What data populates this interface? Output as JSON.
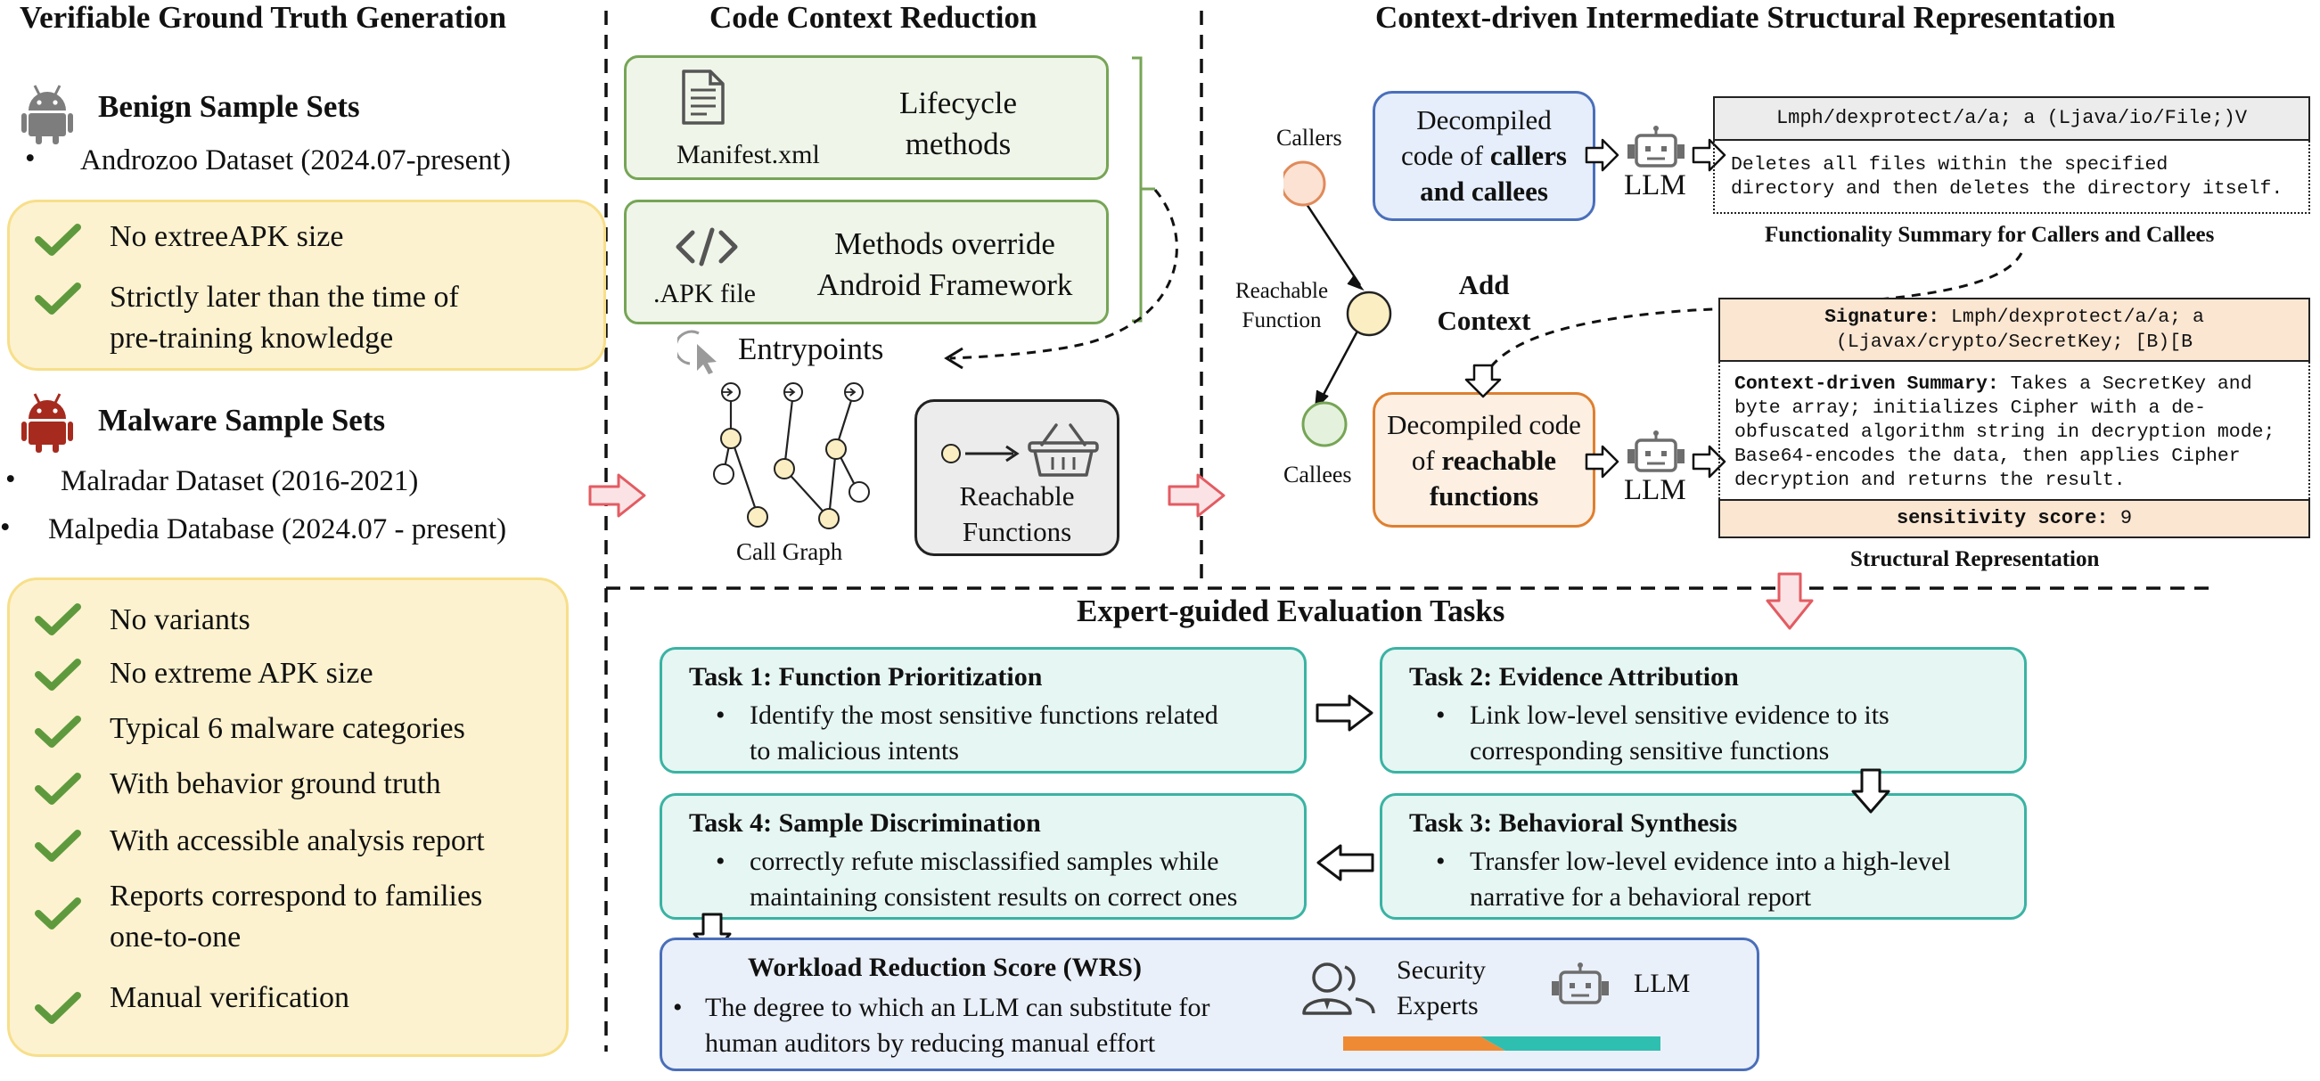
{
  "sections": {
    "ground_truth": "Verifiable Ground Truth Generation",
    "reduction": "Code Context Reduction",
    "structural": "Context-driven Intermediate Structural Representation",
    "tasks": "Expert-guided Evaluation Tasks"
  },
  "benign": {
    "title": "Benign Sample Sets",
    "datasets": [
      "Androzoo Dataset (2024.07-present)"
    ],
    "criteria": [
      "No extreeAPK size",
      "Strictly later than the time of",
      "pre-training knowledge"
    ]
  },
  "malware": {
    "title": "Malware Sample Sets",
    "datasets": [
      "Malradar Dataset (2016-2021)",
      "Malpedia Database (2024.07 - present)"
    ],
    "criteria": [
      "No variants",
      "No extreme APK size",
      "Typical 6 malware categories",
      "With behavior ground truth",
      "With accessible analysis report",
      "Reports correspond to families",
      "one-to-one",
      "Manual verification"
    ]
  },
  "reduction": {
    "manifest_label": "Manifest.xml",
    "lifecycle": [
      "Lifecycle",
      "methods"
    ],
    "apk_label": ".APK file",
    "override": [
      "Methods override",
      "Android Framework"
    ],
    "entrypoints": "Entrypoints",
    "call_graph": "Call Graph",
    "reachable": [
      "Reachable",
      "Functions"
    ]
  },
  "structural": {
    "callers": "Callers",
    "reachable_fn": [
      "Reachable",
      "Function"
    ],
    "callees": "Callees",
    "add_context": [
      "Add",
      "Context"
    ],
    "decompiled_callers": [
      "Decompiled",
      "code of ",
      "callers",
      "and callees"
    ],
    "decompiled_reachable": [
      "Decompiled code",
      "of ",
      "reachable",
      "functions"
    ],
    "llm": "LLM",
    "sig1": "Lmph/dexprotect/a/a; a (Ljava/io/File;)V",
    "summary1": [
      "Deletes all files within the specified",
      "directory and then deletes the directory itself."
    ],
    "caption1": "Functionality Summary for Callers and Callees",
    "sig2_key": "Signature:",
    "sig2": [
      "Lmph/dexprotect/a/a; a",
      "(Ljavax/crypto/SecretKey; [B)[B"
    ],
    "summary2_key": "Context-driven Summary:",
    "summary2": [
      "Takes a SecretKey and",
      "byte array; initializes Cipher with a de-",
      "obfuscated algorithm string in decryption mode;",
      "Base64-encodes the data, then applies Cipher",
      "decryption and returns the result."
    ],
    "score_key": "sensitivity score:",
    "score": "9",
    "caption2": "Structural Representation"
  },
  "tasks": [
    {
      "title": "Task 1: Function Prioritization",
      "lines": [
        "Identify the most sensitive functions related",
        "to malicious intents"
      ]
    },
    {
      "title": "Task 2: Evidence Attribution",
      "lines": [
        "Link low-level sensitive evidence to its",
        "corresponding sensitive functions"
      ]
    },
    {
      "title": "Task 3: Behavioral Synthesis",
      "lines": [
        "Transfer low-level evidence into a high-level",
        "narrative for a behavioral report"
      ]
    },
    {
      "title": "Task 4: Sample Discrimination",
      "lines": [
        "correctly refute misclassified samples while",
        "maintaining consistent results on correct ones"
      ]
    }
  ],
  "wrs": {
    "title": "Workload Reduction Score (WRS)",
    "lines": [
      "The degree to which an LLM can substitute for",
      "human auditors by reducing manual effort"
    ],
    "experts": [
      "Security",
      "Experts"
    ],
    "llm": "LLM"
  },
  "colors": {
    "check": "#5e9a3d",
    "android_gray": "#7d7d7d",
    "android_red": "#a62a1e",
    "arrow_red": "#e35b62",
    "orange_bar": "#ef8a34",
    "teal_bar": "#2fbfb0"
  }
}
